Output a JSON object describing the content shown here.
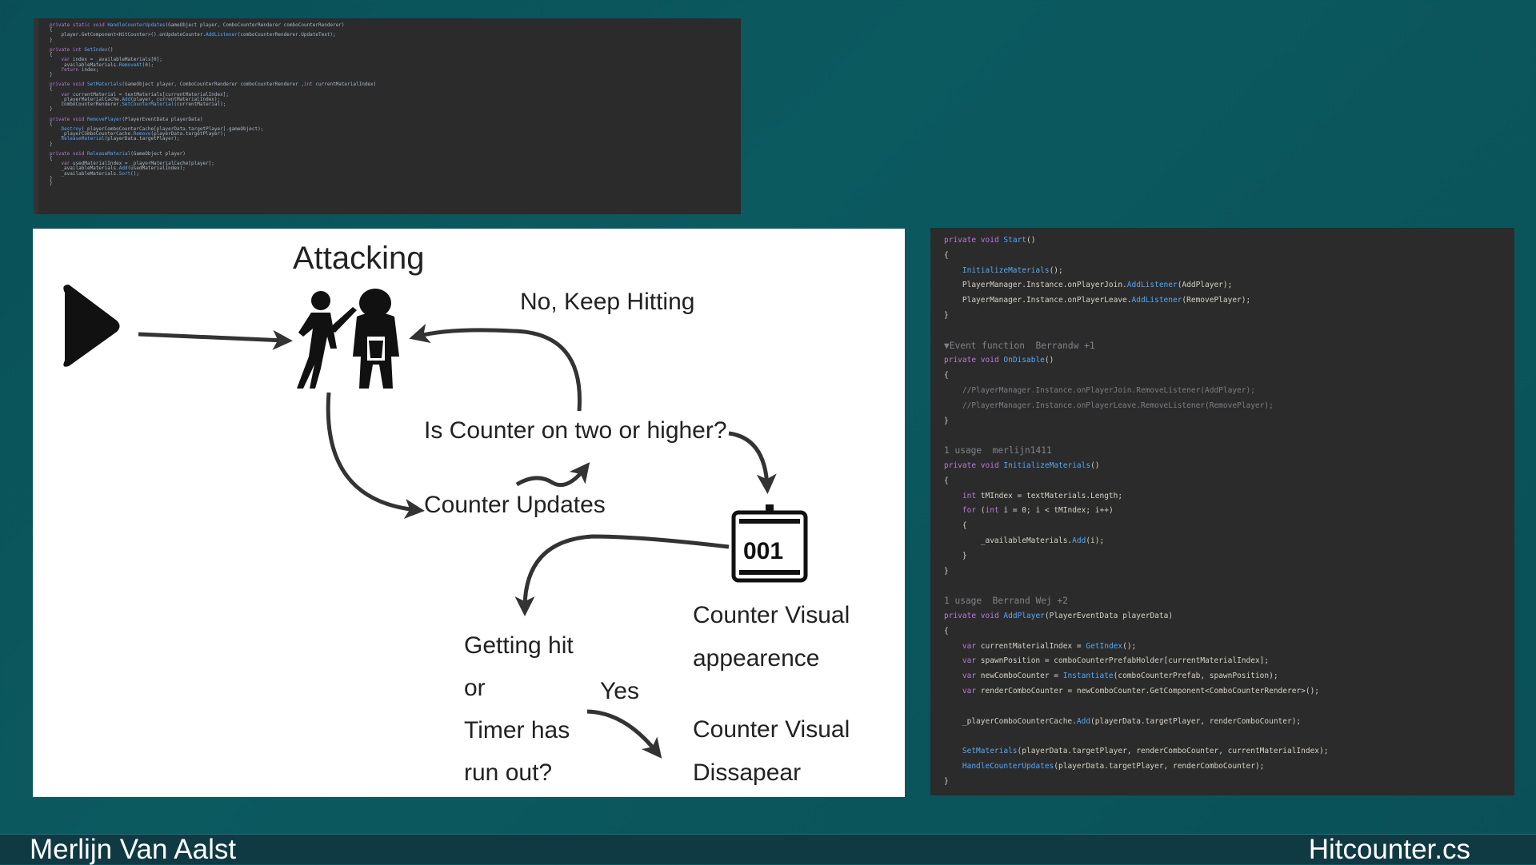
{
  "code_top": {
    "lines": [
      "private static void HandleCounterUpdates(GameObject player, ComboCounterRenderer comboCounterRenderer)",
      "{",
      "    player.GetComponent<HitCounter>().onUpdateCounter.AddListener(comboCounterRenderer.UpdateText);",
      "}",
      "",
      "private int GetIndex()",
      "{",
      "    var index = _availableMaterials[0];",
      "    _availableMaterials.RemoveAt(0);",
      "    return index;",
      "}",
      "",
      "private void SetMaterials(GameObject player, ComboCounterRenderer comboCounterRenderer ,int currentMaterialIndex)",
      "{",
      "    var currentMaterial = textMaterials[currentMaterialIndex];",
      "    _playerMaterialCache.Add(player, currentMaterialIndex);",
      "    comboCounterRenderer.SetCounterMaterial(currentMaterial);",
      "}",
      "",
      "private void RemovePlayer(PlayerEventData playerData)",
      "{",
      "    Destroy(_playerComboCounterCache[playerData.targetPlayer].gameObject);",
      "    _playerComboCounterCache.Remove(playerData.targetPlayer);",
      "    ReleaseMaterial(playerData.targetPlayer);",
      "}",
      "",
      "private void ReleaseMaterial(GameObject player)",
      "{",
      "    var usedMaterialIndex = _playerMaterialCache[player];",
      "    _availableMaterials.Add(usedMaterialIndex);",
      "    _availableMaterials.Sort();",
      "}",
      "}"
    ]
  },
  "code_right": {
    "lines": [
      "private void Start()",
      "{",
      "    InitializeMaterials();",
      "    PlayerManager.Instance.onPlayerJoin.AddListener(AddPlayer);",
      "    PlayerManager.Instance.onPlayerLeave.AddListener(RemovePlayer);",
      "}",
      "",
      "▼Event function  Berrandw +1",
      "private void OnDisable()",
      "{",
      "    //PlayerManager.Instance.onPlayerJoin.RemoveListener(AddPlayer);",
      "    //PlayerManager.Instance.onPlayerLeave.RemoveListener(RemovePlayer);",
      "}",
      "",
      "1 usage  merlijn1411",
      "private void InitializeMaterials()",
      "{",
      "    int tMIndex = textMaterials.Length;",
      "    for (int i = 0; i < tMIndex; i++)",
      "    {",
      "        _availableMaterials.Add(i);",
      "    }",
      "}",
      "",
      "1 usage  Berrand Wej +2",
      "private void AddPlayer(PlayerEventData playerData)",
      "{",
      "    var currentMaterialIndex = GetIndex();",
      "    var spawnPosition = comboCounterPrefabHolder[currentMaterialIndex];",
      "    var newComboCounter = Instantiate(comboCounterPrefab, spawnPosition);",
      "    var renderComboCounter = newComboCounter.GetComponent<ComboCounterRenderer>();",
      "",
      "    _playerComboCounterCache.Add(playerData.targetPlayer, renderComboCounter);",
      "",
      "    SetMaterials(playerData.targetPlayer, renderComboCounter, currentMaterialIndex);",
      "    HandleCounterUpdates(playerData.targetPlayer, renderComboCounter);",
      "}"
    ]
  },
  "flowchart": {
    "attacking": "Attacking",
    "no_keep_hitting": "No, Keep Hitting",
    "question": "Is Counter on two or higher?",
    "counter_updates": "Counter Updates",
    "counter_icon_text": "001",
    "visual_appearance_1": "Counter Visual",
    "visual_appearance_2": "appearence",
    "getting_hit_1": "Getting hit",
    "getting_hit_2": "or",
    "getting_hit_3": "Timer has",
    "getting_hit_4": "run out?",
    "yes": "Yes",
    "disappear_1": "Counter Visual",
    "disappear_2": "Dissapear"
  },
  "footer": {
    "author": "Merlijn Van Aalst",
    "filename": "Hitcounter.cs"
  }
}
